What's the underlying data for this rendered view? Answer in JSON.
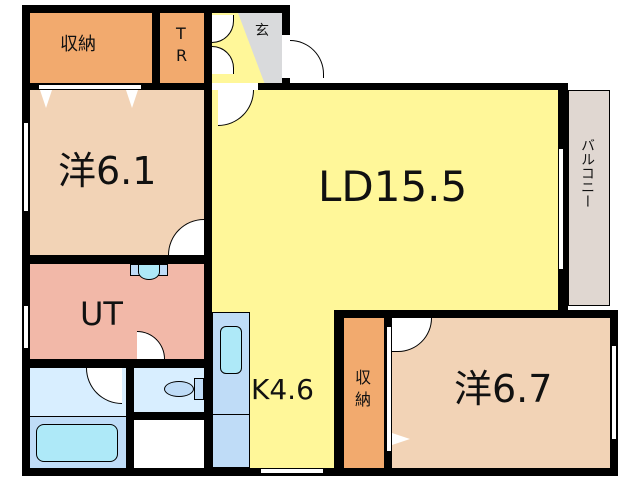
{
  "floorplan": {
    "rooms": [
      {
        "id": "storage-top",
        "label": "収納",
        "color": "#f2aa6e"
      },
      {
        "id": "trunk-room",
        "label_line1": "T",
        "label_line2": "R",
        "color": "#f2aa6e"
      },
      {
        "id": "entrance",
        "label": "玄",
        "color": "#d9dadc"
      },
      {
        "id": "western-room-1",
        "label": "洋6.1",
        "color": "#f2d3b6"
      },
      {
        "id": "living-dining",
        "label": "LD15.5",
        "color": "#fff799"
      },
      {
        "id": "balcony",
        "label": "バルコニー",
        "color": "#e0d7d1"
      },
      {
        "id": "utility",
        "label": "UT",
        "color": "#f2b8a8"
      },
      {
        "id": "kitchen",
        "label": "K4.6",
        "color": "#fff799"
      },
      {
        "id": "storage-right",
        "label_line1": "収",
        "label_line2": "納",
        "color": "#f2aa6e"
      },
      {
        "id": "western-room-2",
        "label": "洋6.7",
        "color": "#f2d3b6"
      },
      {
        "id": "bathroom",
        "color": "#d8eeff"
      },
      {
        "id": "toilet",
        "color": "#d8eeff"
      }
    ],
    "colors": {
      "wall": "#000000",
      "fixture": "#aee9f8",
      "fixture_bg": "#bfdcf7"
    }
  }
}
